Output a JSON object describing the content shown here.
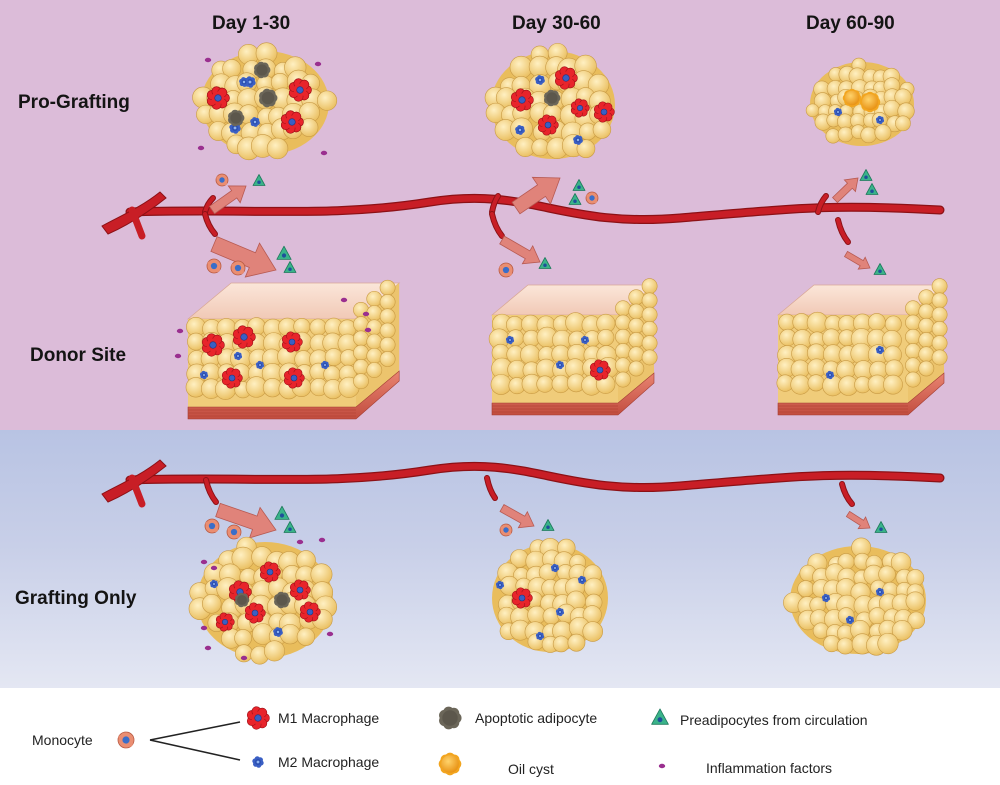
{
  "days": [
    "Day 1-30",
    "Day 30-60",
    "Day 60-90"
  ],
  "rows": {
    "pro_grafting": "Pro-Grafting",
    "donor_site": "Donor Site",
    "grafting_only": "Grafting Only"
  },
  "legend": {
    "monocyte": "Monocyte",
    "m1": "M1 Macrophage",
    "m2": "M2 Macrophage",
    "apoptotic": "Apoptotic adipocyte",
    "oil_cyst": "Oil cyst",
    "preadipocytes": "Preadipocytes from circulation",
    "inflammation": "Inflammation factors"
  },
  "colors": {
    "top_panel": "#dcbcd9",
    "bottom_panel": "#b8c3e3",
    "vessel": "#c81e26",
    "adipocyte": "#f5d27f",
    "m1": "#e8242b",
    "m2": "#3a5fc4",
    "apoptotic": "#6b6659",
    "oil_cyst": "#f2a51f",
    "preadipocyte": "#3ab38a",
    "inflammation": "#9a2f8f",
    "monocyte": "#ea8e72",
    "arrow": "#e0837a"
  }
}
